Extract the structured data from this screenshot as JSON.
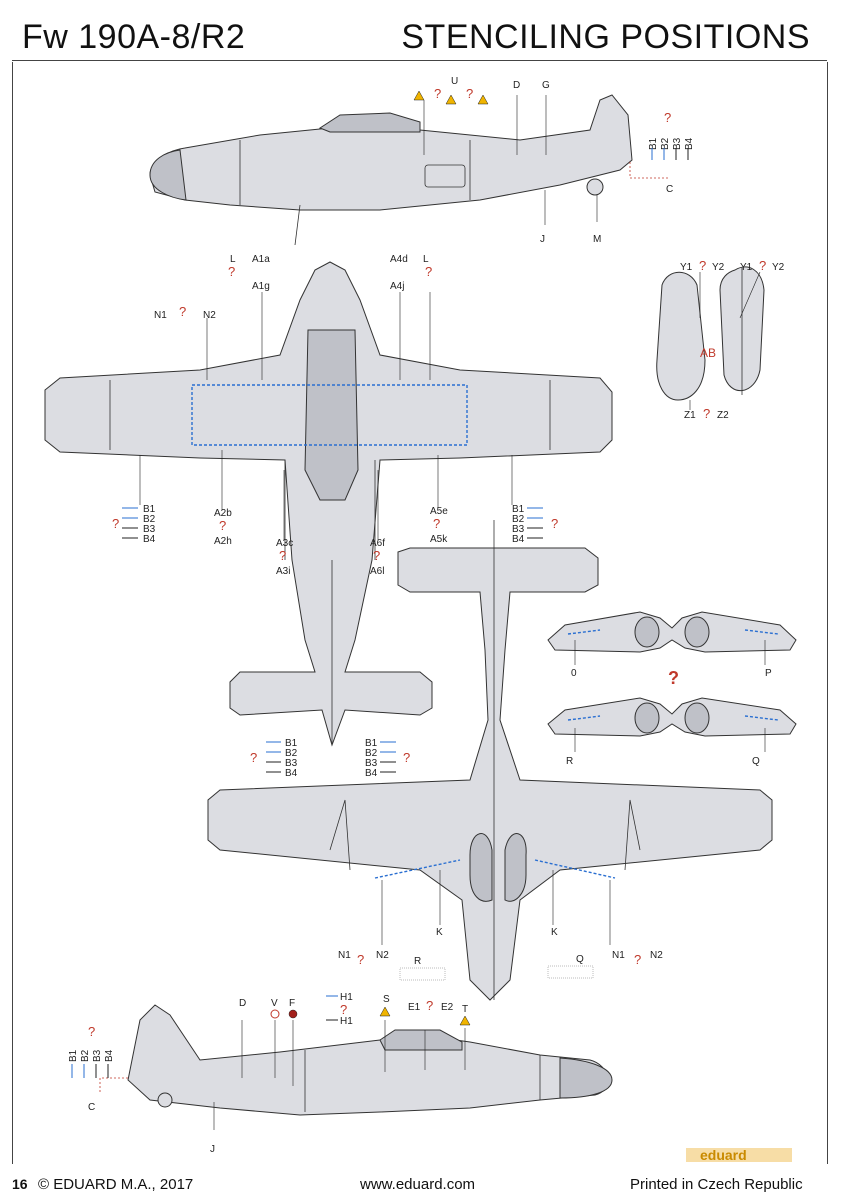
{
  "header": {
    "model": "Fw 190A-8/R2",
    "section_title": "STENCILING POSITIONS"
  },
  "footer": {
    "page_number": "16",
    "copyright": "© EDUARD M.A., 2017",
    "website": "www.eduard.com",
    "printed": "Printed in Czech Republic",
    "brand": "eduard"
  },
  "question_mark": "?",
  "callouts": {
    "top_side": [
      "U",
      "D",
      "G",
      "B1",
      "B2",
      "B3",
      "B4",
      "C",
      "J",
      "M"
    ],
    "top_view": [
      "L",
      "A1a",
      "A1g",
      "A4d",
      "A4j",
      "N1",
      "N2",
      "A2b",
      "A2h",
      "A3c",
      "A3i",
      "A6f",
      "A6l",
      "A5e",
      "A5k",
      "B1",
      "B2",
      "B3",
      "B4"
    ],
    "drop_tank": [
      "Y1",
      "Y2",
      "AB",
      "Z1",
      "Z2"
    ],
    "wheel_wells": [
      "0",
      "P",
      "R",
      "Q"
    ],
    "bottom_view": [
      "K",
      "N1",
      "N2",
      "R",
      "Q"
    ],
    "bottom_side": [
      "D",
      "V",
      "F",
      "H1",
      "S",
      "E1",
      "E2",
      "T",
      "C",
      "J"
    ]
  }
}
